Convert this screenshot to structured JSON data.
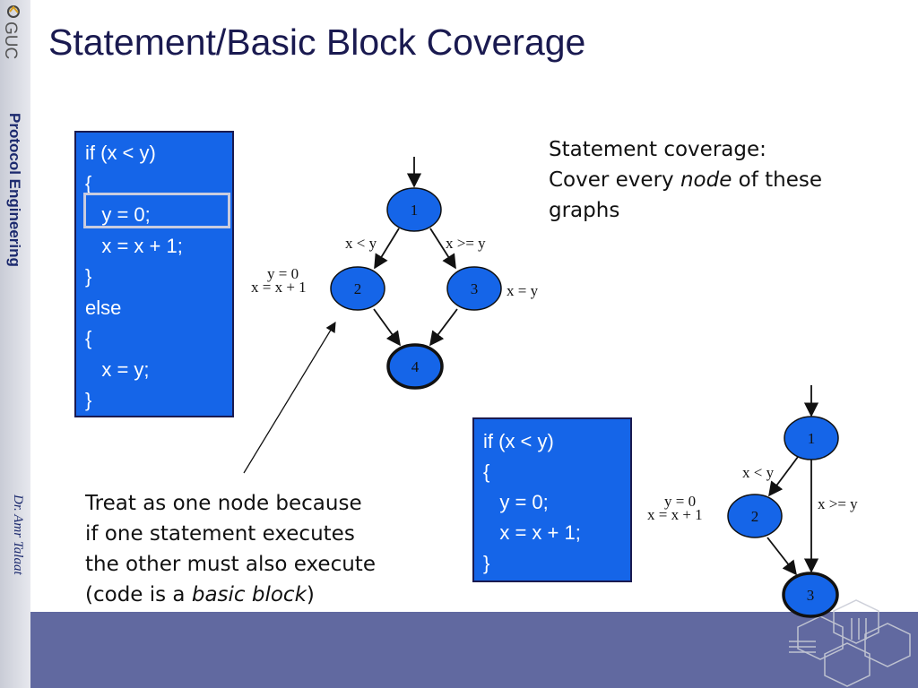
{
  "slide": {
    "title": "Statement/Basic Block Coverage",
    "sidebar": {
      "logo_text": "GUC",
      "course": "Protocol Engineering",
      "author": "Dr. Amr Talaat"
    }
  },
  "code_block_1": {
    "lines": [
      "if (x < y)",
      "{",
      "   y = 0;",
      "   x = x + 1;",
      "}",
      "else",
      "{",
      "   x = y;",
      "}"
    ]
  },
  "code_block_2": {
    "lines": [
      "if (x < y)",
      "{",
      "   y = 0;",
      "   x = x + 1;",
      "}"
    ]
  },
  "coverage_note": {
    "line1": "Statement coverage:",
    "line2_before": "Cover every ",
    "line2_em": "node",
    "line2_after": " of these",
    "line3": "graphs"
  },
  "basic_block_note": {
    "line1": "Treat as one node because",
    "line2": "if one statement executes",
    "line3": "the other must also execute",
    "line4_before": "(code is a ",
    "line4_em": "basic block",
    "line4_after": ")"
  },
  "graph1": {
    "nodes": [
      "1",
      "2",
      "3",
      "4"
    ],
    "edge_labels": {
      "left": "x < y",
      "right": "x >= y"
    },
    "node2_label_top": "y = 0",
    "node2_label_bottom": "x = x + 1",
    "node3_label": "x = y"
  },
  "graph2": {
    "nodes": [
      "1",
      "2",
      "3"
    ],
    "edge_labels": {
      "left": "x < y",
      "right": "x >= y"
    },
    "node2_label_top": "y = 0",
    "node2_label_bottom": "x = x + 1"
  },
  "colors": {
    "node_fill": "#1565e8",
    "code_bg": "#1565e8",
    "title": "#1a1a50",
    "footer": "#6169a0",
    "highlight": "#c9ccdf"
  }
}
